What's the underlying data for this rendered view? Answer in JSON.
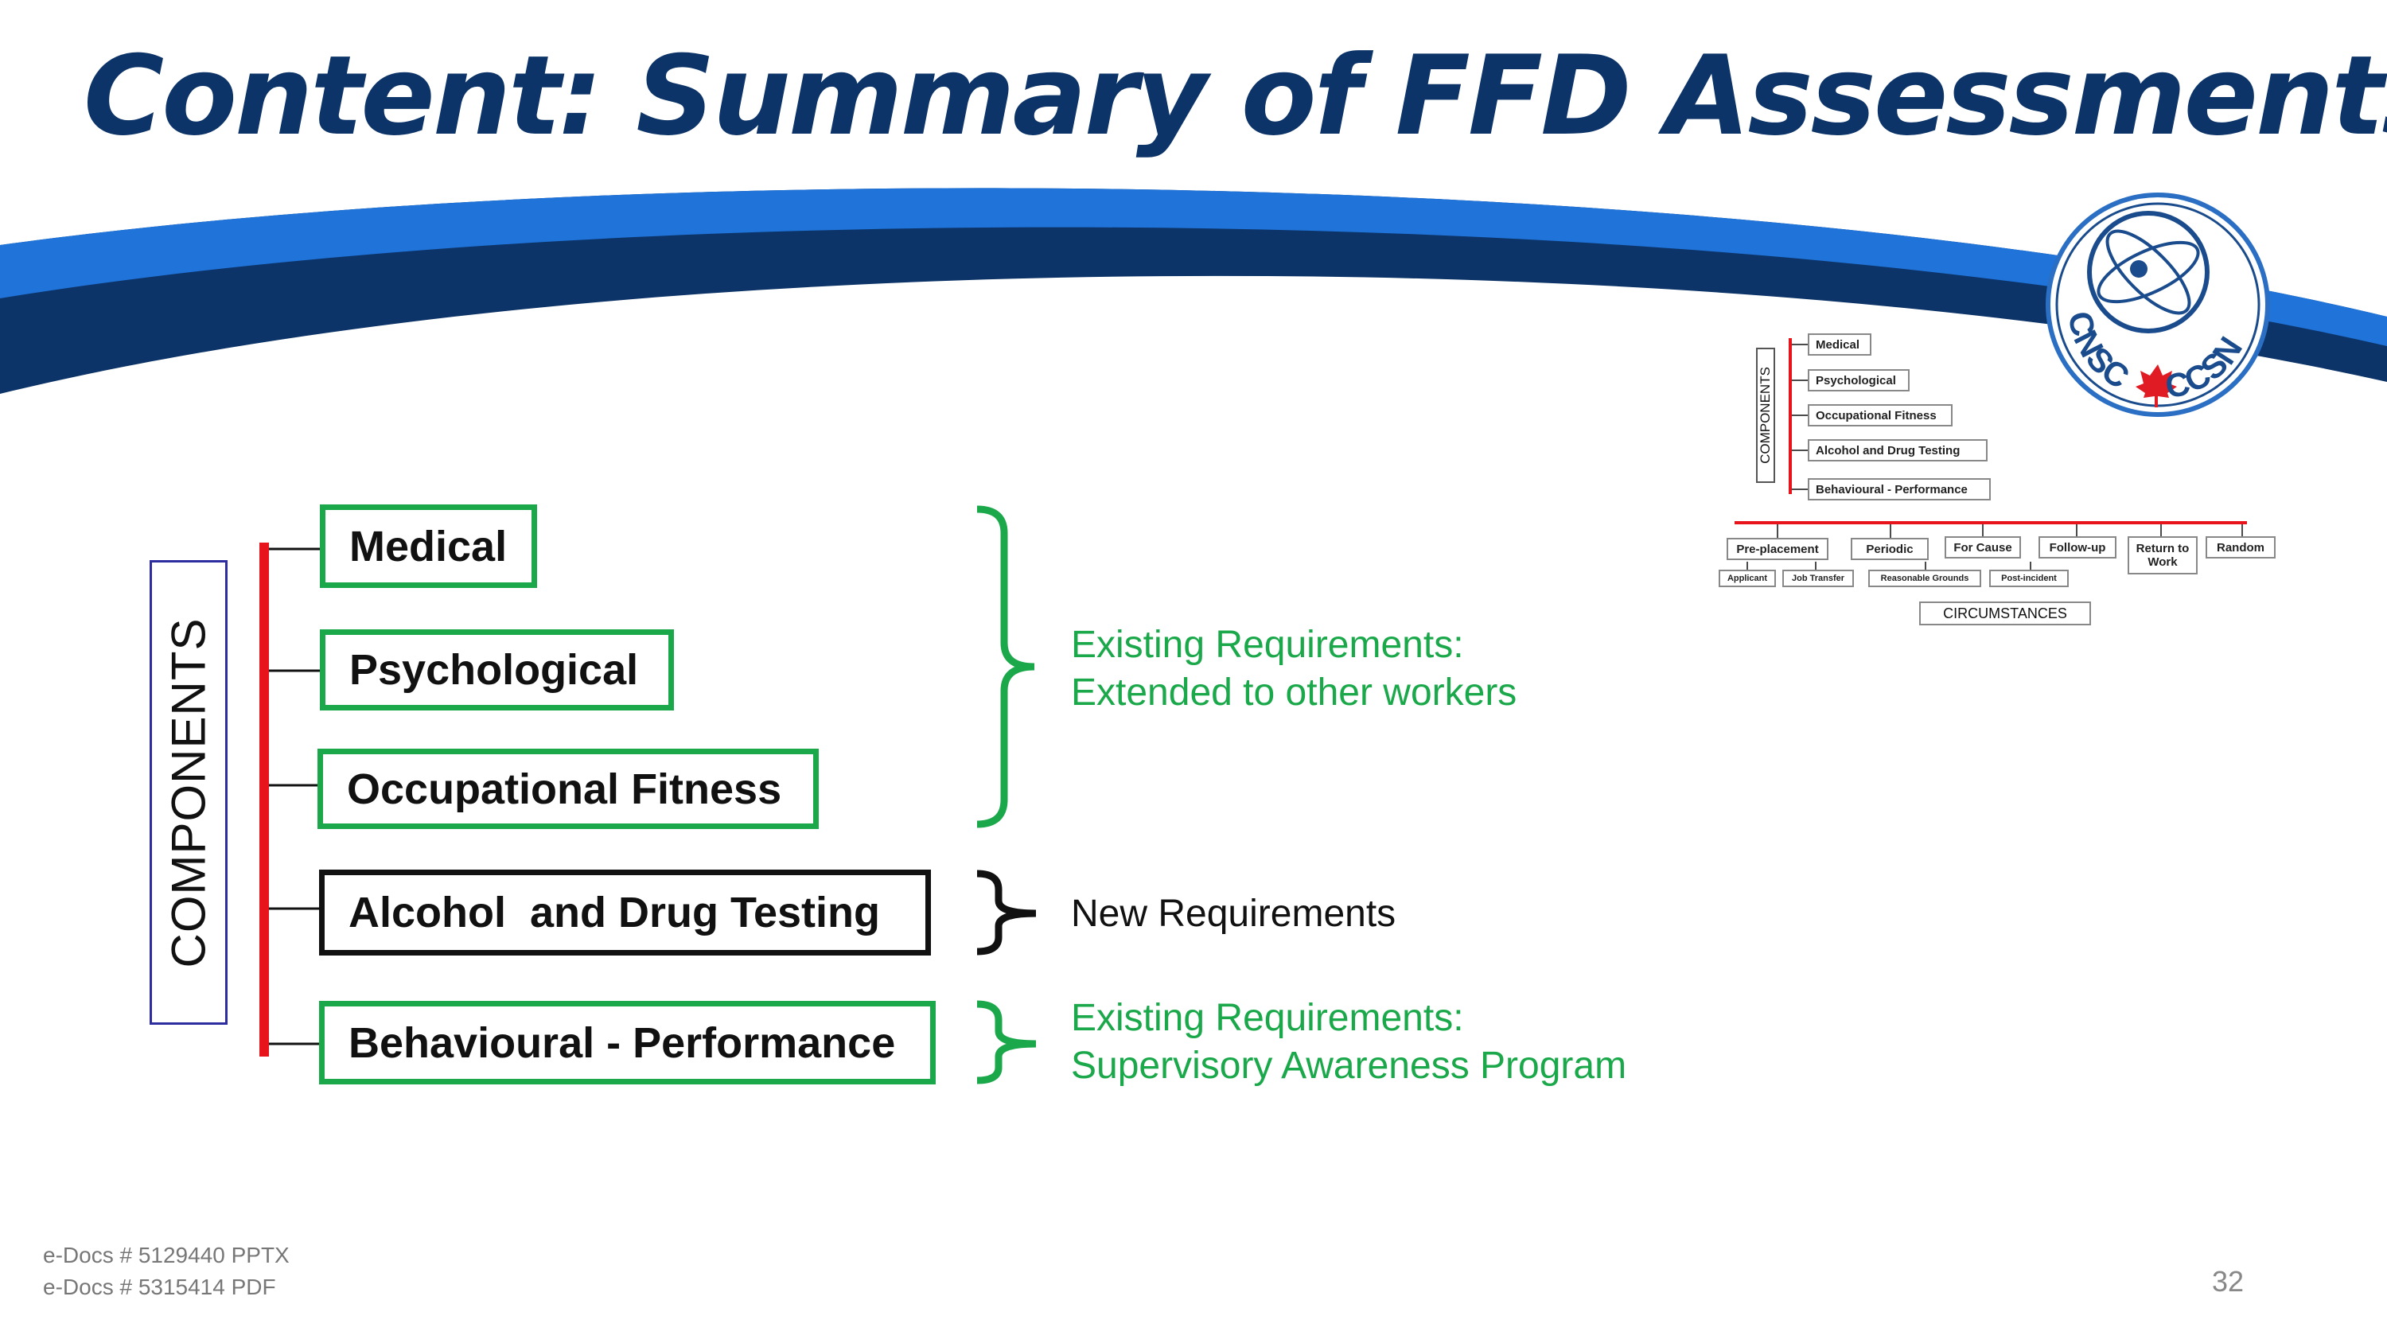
{
  "slide": {
    "title": "Content: Summary of FFD Assessments",
    "page_number": "32",
    "footer_lines": [
      "e-Docs # 5129440 PPTX",
      "e-Docs # 5315414  PDF"
    ]
  },
  "logo": {
    "left_text": "CNSC",
    "right_text": "CCSN",
    "icon": "atom-maple-leaf-logo"
  },
  "diagram": {
    "components_label": "COMPONENTS",
    "components": [
      {
        "label": "Medical",
        "status": "existing"
      },
      {
        "label": "Psychological",
        "status": "existing"
      },
      {
        "label": "Occupational Fitness",
        "status": "existing"
      },
      {
        "label": "Alcohol  and Drug Testing",
        "status": "new"
      },
      {
        "label": "Behavioural - Performance",
        "status": "existing"
      }
    ],
    "annotations": {
      "existing_extended": [
        "Existing Requirements:",
        "Extended to other workers"
      ],
      "new": "New Requirements",
      "existing_supervisory": [
        "Existing Requirements:",
        "Supervisory Awareness Program"
      ]
    },
    "colors": {
      "existing": "#1aa84a",
      "new": "#111111",
      "spine": "#e8141c",
      "title": "#0c3468"
    }
  },
  "mini_diagram": {
    "components_label": "COMPONENTS",
    "components": [
      "Medical",
      "Psychological",
      "Occupational Fitness",
      "Alcohol and Drug Testing",
      "Behavioural - Performance"
    ],
    "circumstances_label": "CIRCUMSTANCES",
    "circumstances": [
      "Pre-placement",
      "Periodic",
      "For Cause",
      "Follow-up",
      "Return to Work",
      "Random"
    ],
    "sub_circumstances": [
      "Applicant",
      "Job Transfer",
      "Reasonable Grounds",
      "Post-incident"
    ]
  }
}
